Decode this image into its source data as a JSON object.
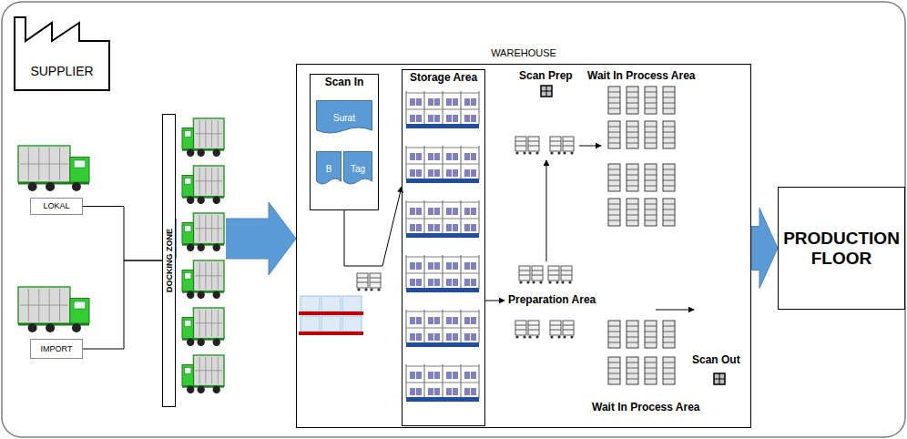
{
  "diagram": {
    "nodes": [
      {
        "text": [
          "SUPPLIER"
        ]
      },
      {
        "text": [
          "LOKAL"
        ]
      },
      {
        "text": [
          "IMPORT"
        ]
      },
      {
        "text": [
          "DOCKING ZONE"
        ]
      },
      {
        "text": [
          "WAREHOUSE"
        ]
      },
      {
        "text": [
          "Scan In"
        ],
        "in": 4
      },
      {
        "text": [
          "Surat"
        ],
        "in": 5
      },
      {
        "text": [
          "B"
        ],
        "in": 5
      },
      {
        "text": [
          "Tag"
        ],
        "in": 5
      },
      {
        "text": [
          "Storage Area"
        ],
        "in": 4
      },
      {
        "text": [
          "PRODUCTION FLOOR"
        ]
      }
    ],
    "edges": [
      {
        "from": 1,
        "to": 3,
        "arrow": "none"
      },
      {
        "from": 2,
        "to": 3,
        "arrow": "none"
      },
      {
        "from": 3,
        "to": 4,
        "arrow": "to"
      },
      {
        "from": 5,
        "to": 9,
        "arrow": "to"
      },
      {
        "from": 4,
        "to": 10,
        "arrow": "to"
      }
    ],
    "labels": [
      "Scan Prep",
      "Wait In Process Area",
      "Preparation Area",
      "Scan Out",
      "Wait In Process Area"
    ]
  }
}
